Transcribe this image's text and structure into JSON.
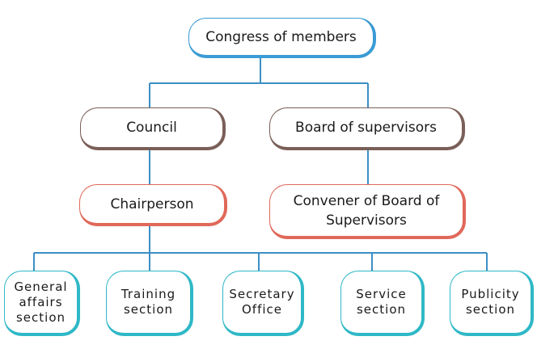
{
  "colors": {
    "connector": "#3c8fc6",
    "top_border": "#3a9bd5",
    "council_border": "#7a5f58",
    "chair_border": "#e0685a",
    "section_border": "#2fb8c6"
  },
  "nodes": {
    "congress": "Congress of members",
    "council": "Council",
    "supervisors": "Board of supervisors",
    "chairperson": "Chairperson",
    "convener": "Convener of Board of Supervisors"
  },
  "sections": [
    "General affairs section",
    "Training section",
    "Secretary Office",
    "Service section",
    "Publicity section"
  ]
}
